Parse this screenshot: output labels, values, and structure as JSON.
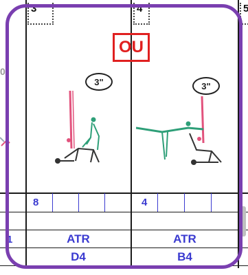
{
  "sheet": {
    "column_numbers": [
      "3",
      "4",
      "5"
    ],
    "ou_label": "OU",
    "left_edge_marks": [
      "0°",
      "1"
    ],
    "duration_labels": [
      "3\"",
      "3\""
    ],
    "counts_row": [
      "8",
      "4"
    ],
    "row_ATR": [
      "ATR",
      "ATR"
    ],
    "row_code": [
      "D4",
      "B4"
    ]
  },
  "colors": {
    "frame": "#7a3fb0",
    "ou": "#e02020",
    "blue": "#3a3ad0",
    "pink": "#e2537d",
    "green": "#2e9f78"
  }
}
